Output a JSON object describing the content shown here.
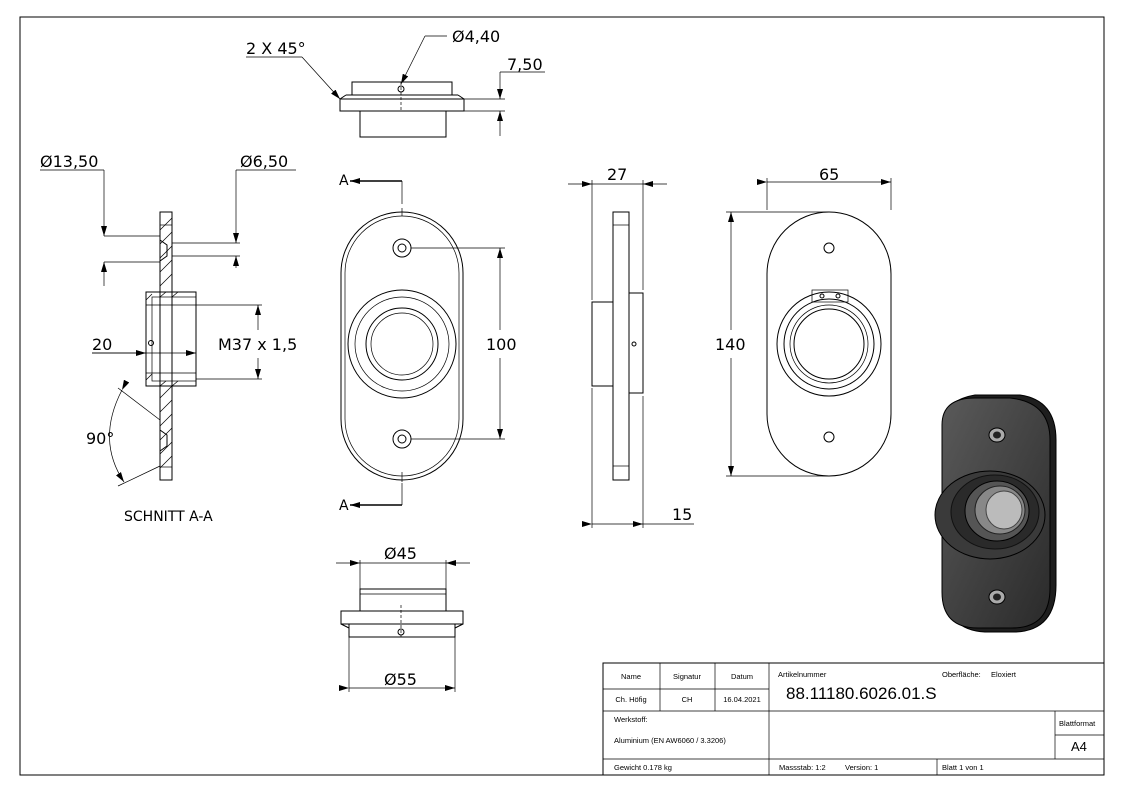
{
  "dimensions": {
    "chamfer": "2 X 45°",
    "hole_dia_top": "Ø4,40",
    "top_height": "7,50",
    "dia_13_50": "Ø13,50",
    "dia_6_50": "Ø6,50",
    "depth_20": "20",
    "thread": "M37 x 1,5",
    "angle_90": "90°",
    "section_label": "SCHNITT A-A",
    "section_marker_top": "A",
    "section_marker_bottom": "A",
    "hole_spacing": "100",
    "side_width": "27",
    "side_thickness": "15",
    "overall_width": "65",
    "overall_height": "140",
    "dia_45": "Ø45",
    "dia_55": "Ø55"
  },
  "title_block": {
    "col_name": "Name",
    "col_signatur": "Signatur",
    "col_datum": "Datum",
    "name": "Ch. Höfig",
    "signatur": "CH",
    "datum": "16.04.2021",
    "artikelnummer_label": "Artikelnummer",
    "artikelnummer": "88.11180.6026.01.S",
    "oberflaeche_label": "Oberfläche:",
    "oberflaeche": "Eloxiert",
    "werkstoff_label": "Werkstoff:",
    "werkstoff": "Aluminium (EN AW6060 / 3.3206)",
    "blattformat_label": "Blattformat",
    "blattformat": "A4",
    "gewicht": "Gewicht 0.178 kg",
    "massstab": "Massstab: 1:2",
    "version": "Version: 1",
    "blatt": "Blatt 1 von 1"
  }
}
